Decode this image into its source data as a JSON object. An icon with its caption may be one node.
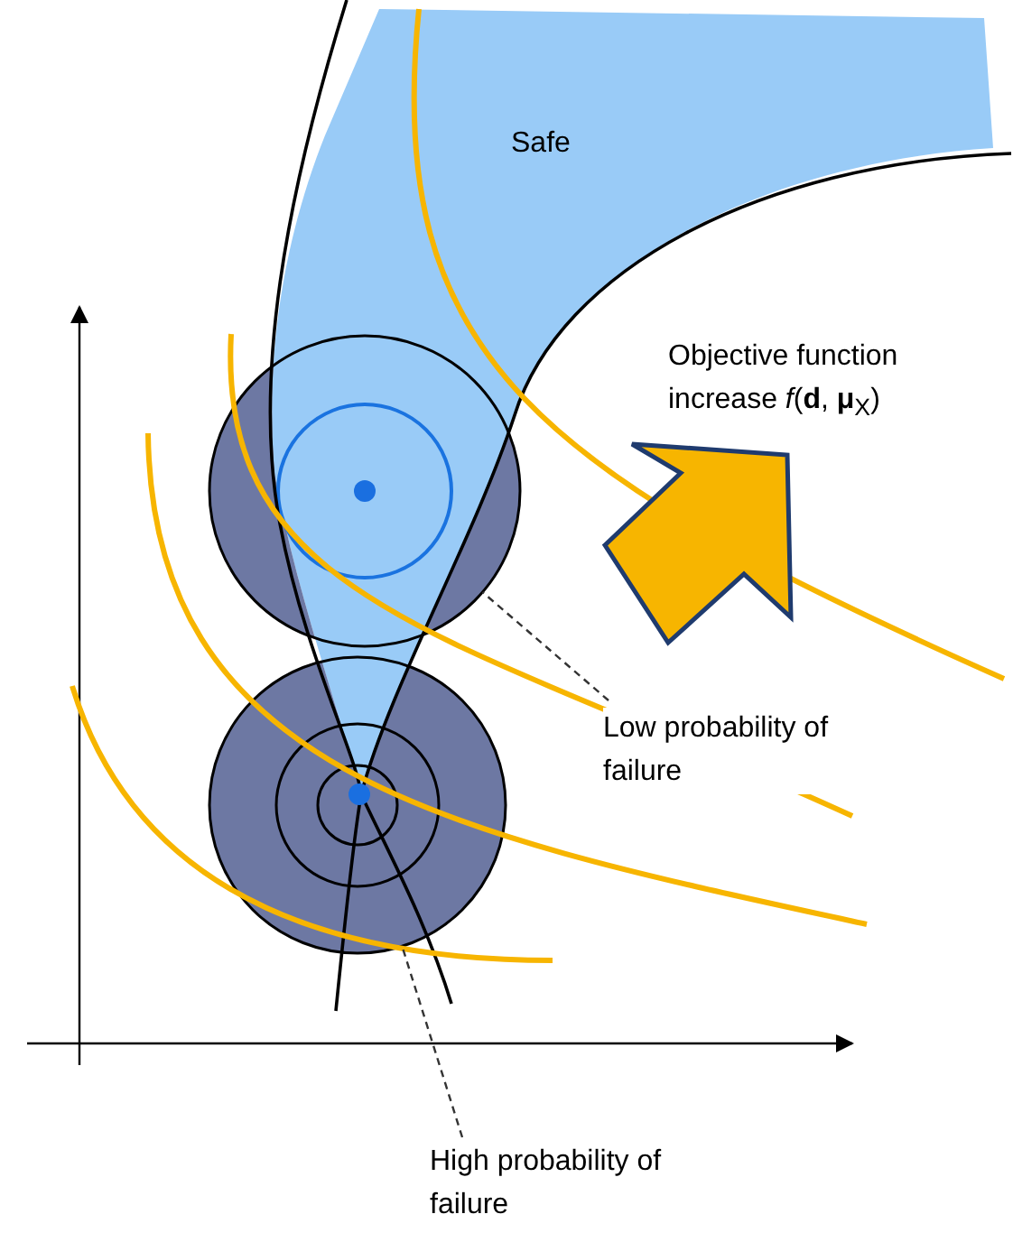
{
  "diagram": {
    "nodes": [
      {
        "text": [],
        "shape": "circle"
      },
      {
        "text": [
          "Low probability of failure"
        ]
      },
      {
        "text": [],
        "shape": "circle"
      },
      {
        "text": [
          "High probability of failure"
        ]
      }
    ],
    "edges": [
      {
        "from": 1,
        "to": 0,
        "arrow": "none",
        "style": "dashed"
      },
      {
        "from": 3,
        "to": 2,
        "arrow": "none",
        "style": "dashed"
      }
    ],
    "labels": [
      "Safe",
      "Objective function increase *f*(**d**, **μ**$_{X}$)"
    ]
  }
}
